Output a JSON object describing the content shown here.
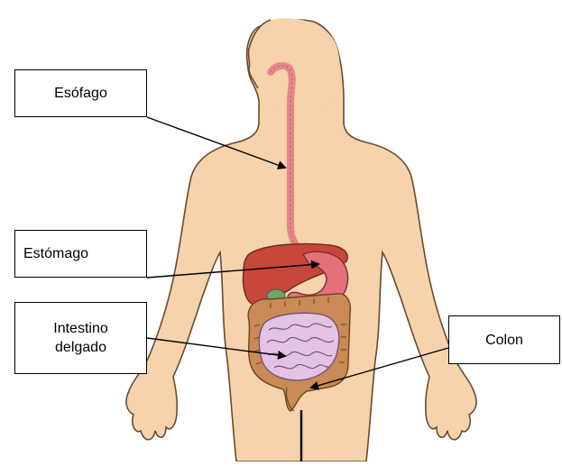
{
  "labels": {
    "esofago": "Esófago",
    "estomago": "Estómago",
    "intestino_line1": "Intestino",
    "intestino_line2": "delgado",
    "colon": "Colon"
  },
  "colors": {
    "skin": "#f6d3ac",
    "outline": "#6b4a2c",
    "esophagus": "#e8868a",
    "liver": "#c9463b",
    "stomach": "#e5707a",
    "small_intestine": "#e3c3e3",
    "colon": "#c98a55"
  }
}
